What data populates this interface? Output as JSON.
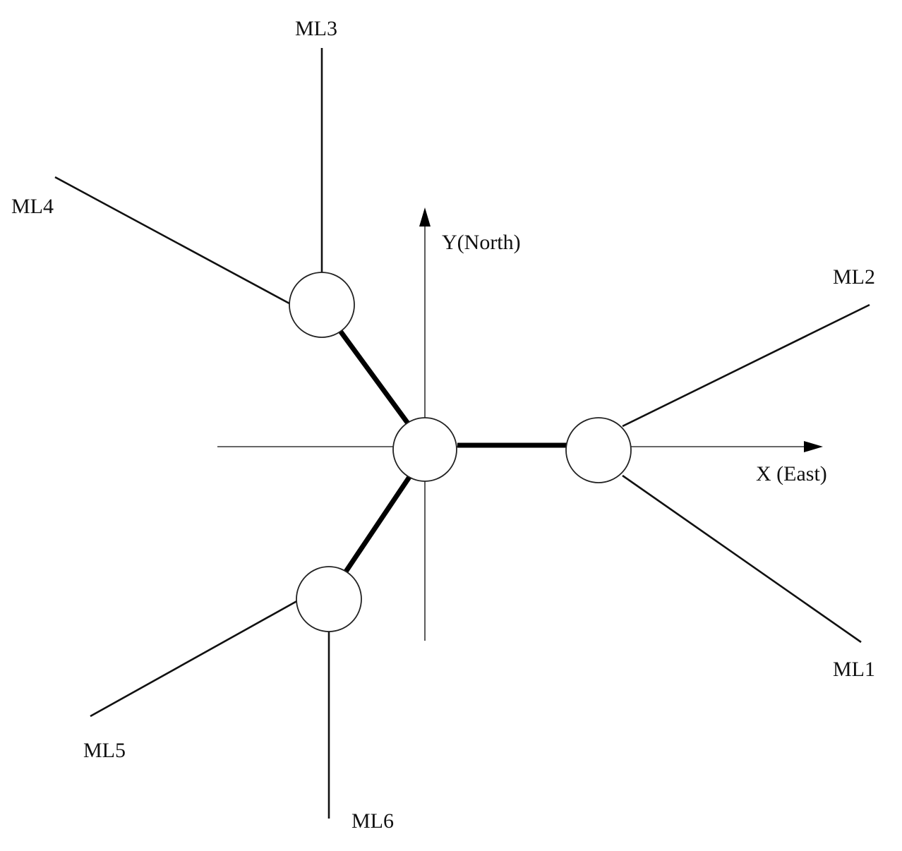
{
  "axes": {
    "x_label": "X (East)",
    "y_label": "Y(North)"
  },
  "mooring_lines": [
    {
      "id": "ml1",
      "label": "ML1"
    },
    {
      "id": "ml2",
      "label": "ML2"
    },
    {
      "id": "ml3",
      "label": "ML3"
    },
    {
      "id": "ml4",
      "label": "ML4"
    },
    {
      "id": "ml5",
      "label": "ML5"
    },
    {
      "id": "ml6",
      "label": "ML6"
    }
  ],
  "nodes": [
    {
      "id": "center",
      "role": "center"
    },
    {
      "id": "east",
      "role": "outer"
    },
    {
      "id": "northwest",
      "role": "outer"
    },
    {
      "id": "southwest",
      "role": "outer"
    }
  ],
  "connections": [
    {
      "from": "center",
      "to": "east"
    },
    {
      "from": "center",
      "to": "northwest"
    },
    {
      "from": "center",
      "to": "southwest"
    }
  ]
}
